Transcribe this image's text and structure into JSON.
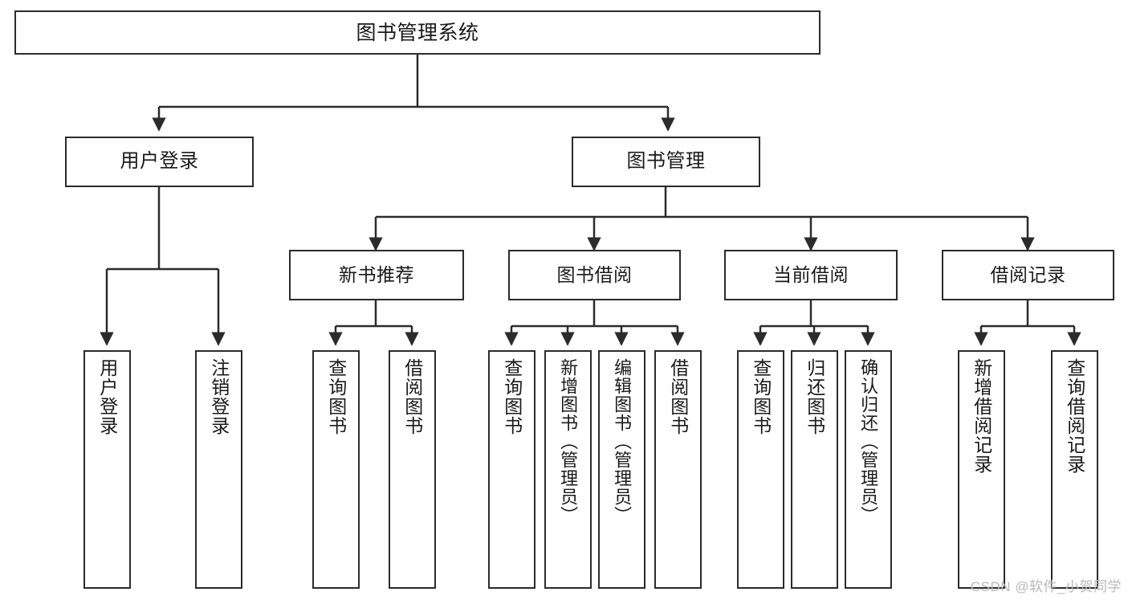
{
  "diagram": {
    "type": "tree-hierarchy-chart",
    "title": "图书管理系统",
    "background_color": "#ffffff",
    "box_border_color": "#2b2b2b",
    "connector_color": "#2b2b2b",
    "text_color": "#1a1a1a"
  },
  "root": {
    "label": "图书管理系统"
  },
  "level2": [
    {
      "label": "用户登录"
    },
    {
      "label": "图书管理"
    }
  ],
  "level3": [
    {
      "label": "新书推荐"
    },
    {
      "label": "图书借阅"
    },
    {
      "label": "当前借阅"
    },
    {
      "label": "借阅记录"
    }
  ],
  "leaves": {
    "user_login": [
      {
        "label": "用户登录"
      },
      {
        "label": "注销登录"
      }
    ],
    "new_book_recommend": [
      {
        "label": "查询图书"
      },
      {
        "label": "借阅图书"
      }
    ],
    "book_borrow": [
      {
        "label": "查询图书"
      },
      {
        "label": "新增图书（管理员）"
      },
      {
        "label": "编辑图书（管理员）"
      },
      {
        "label": "借阅图书"
      }
    ],
    "current_borrow": [
      {
        "label": "查询图书"
      },
      {
        "label": "归还图书"
      },
      {
        "label": "确认归还（管理员）"
      }
    ],
    "borrow_record": [
      {
        "label": "新增借阅记录"
      },
      {
        "label": "查询借阅记录"
      }
    ]
  },
  "watermark": {
    "text": "CSDN @软件_小贺同学",
    "color": "#b9b9b9"
  }
}
